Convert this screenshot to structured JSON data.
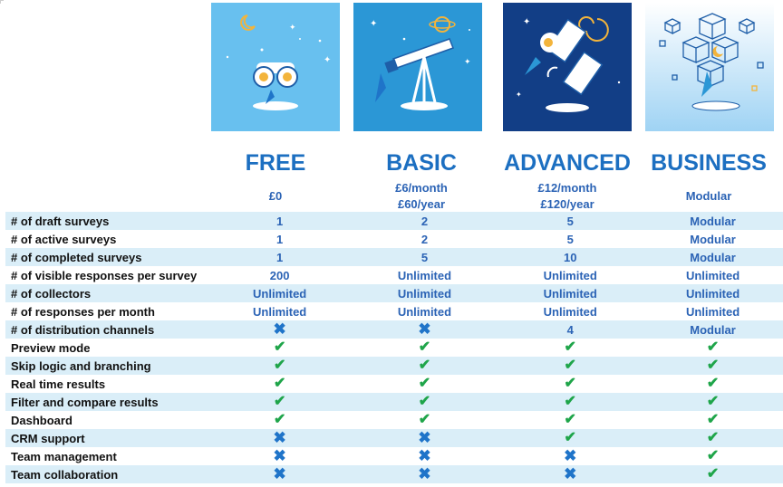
{
  "colors": {
    "plan_blue": "#1c6fc1",
    "value_blue": "#2b63b5",
    "check_green": "#1fa54a",
    "cross_blue": "#1f74c9",
    "stripe": "#daeef8"
  },
  "plans": [
    {
      "name": "FREE",
      "price_lines": [
        "£0"
      ],
      "illustration": "binoculars-icon"
    },
    {
      "name": "BASIC",
      "price_lines": [
        "£6/month",
        "£60/year"
      ],
      "illustration": "telescope-icon"
    },
    {
      "name": "ADVANCED",
      "price_lines": [
        "£12/month",
        "£120/year"
      ],
      "illustration": "satellite-icon"
    },
    {
      "name": "BUSINESS",
      "price_lines": [
        "Modular"
      ],
      "illustration": "cubes-icon"
    }
  ],
  "rows": [
    {
      "feature": "# of draft surveys",
      "values": [
        "1",
        "2",
        "5",
        "Modular"
      ]
    },
    {
      "feature": "# of active surveys",
      "values": [
        "1",
        "2",
        "5",
        "Modular"
      ]
    },
    {
      "feature": "# of completed surveys",
      "values": [
        "1",
        "5",
        "10",
        "Modular"
      ]
    },
    {
      "feature": "# of visible responses per survey",
      "values": [
        "200",
        "Unlimited",
        "Unlimited",
        "Unlimited"
      ]
    },
    {
      "feature": "# of collectors",
      "values": [
        "Unlimited",
        "Unlimited",
        "Unlimited",
        "Unlimited"
      ]
    },
    {
      "feature": "# of responses per month",
      "values": [
        "Unlimited",
        "Unlimited",
        "Unlimited",
        "Unlimited"
      ]
    },
    {
      "feature": "# of distribution channels",
      "values": [
        "cross",
        "cross",
        "4",
        "Modular"
      ]
    },
    {
      "feature": "Preview mode",
      "values": [
        "check",
        "check",
        "check",
        "check"
      ]
    },
    {
      "feature": "Skip logic and branching",
      "values": [
        "check",
        "check",
        "check",
        "check"
      ]
    },
    {
      "feature": "Real time results",
      "values": [
        "check",
        "check",
        "check",
        "check"
      ]
    },
    {
      "feature": "Filter and compare results",
      "values": [
        "check",
        "check",
        "check",
        "check"
      ]
    },
    {
      "feature": "Dashboard",
      "values": [
        "check",
        "check",
        "check",
        "check"
      ]
    },
    {
      "feature": "CRM support",
      "values": [
        "cross",
        "cross",
        "check",
        "check"
      ]
    },
    {
      "feature": "Team management",
      "values": [
        "cross",
        "cross",
        "cross",
        "check"
      ]
    },
    {
      "feature": "Team collaboration",
      "values": [
        "cross",
        "cross",
        "cross",
        "check"
      ]
    }
  ]
}
